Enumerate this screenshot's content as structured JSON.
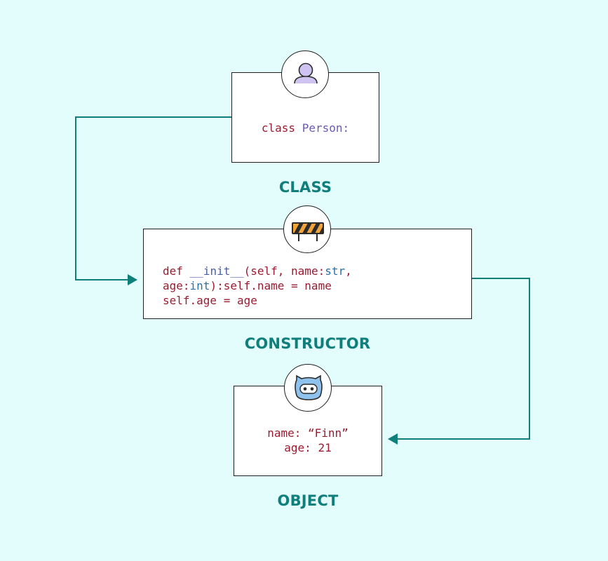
{
  "class_box": {
    "keyword": "class",
    "name": "Person:",
    "label": "CLASS",
    "icon": "person-icon"
  },
  "constructor_box": {
    "def": "def",
    "func": "__init__",
    "args_1": "(self, name:",
    "type_str": "str",
    "comma": ",",
    "age_arg": "age:",
    "type_int": "int",
    "line2_rest": "):self.name = name",
    "line3": "self.age = age",
    "label": "CONSTRUCTOR",
    "icon": "road-barrier-icon"
  },
  "object_box": {
    "line1": "name: “Finn”",
    "line2": "age: 21",
    "label": "OBJECT",
    "icon": "robot-face-icon"
  },
  "colors": {
    "background": "#e3fcfc",
    "accent": "#0f7f7c",
    "keyword": "#9b1b30",
    "class_name": "#6b5bb0",
    "builtin_type": "#2d6fa8"
  }
}
